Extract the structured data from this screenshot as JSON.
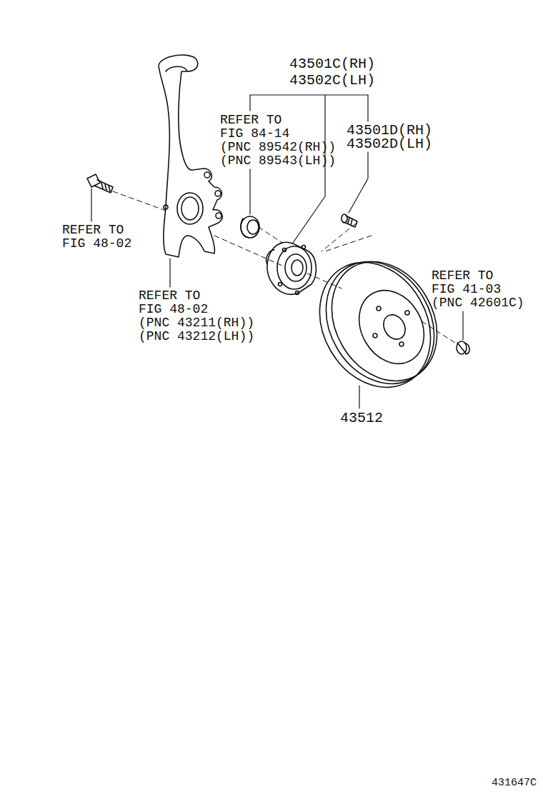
{
  "diagram": {
    "labels": [
      "43501C(RH)",
      "43502C(LH)",
      "REFER TO",
      "FIG 84-14",
      "(PNC 89542(RH))",
      "(PNC 89543(LH))",
      "43501D(RH)",
      "43502D(LH)",
      "REFER TO",
      "FIG 48-02",
      "REFER TO",
      "FIG 48-02",
      "(PNC 43211(RH))",
      "(PNC 43212(LH))",
      "REFER TO",
      "FIG 41-03",
      "(PNC 42601C)",
      "43512",
      "431647C"
    ]
  }
}
